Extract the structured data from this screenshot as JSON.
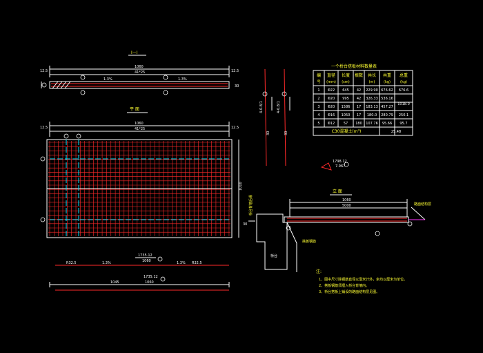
{
  "section_title": "Ⅰ－Ⅰ",
  "plan_title": "平  面",
  "elev_title": "立  面",
  "dims": {
    "top_total": "1060",
    "top_grid": "41*25",
    "top_left": "12.5",
    "top_right": "12.5",
    "plan_total": "1060",
    "plan_grid": "41*25",
    "plan_left": "12.5",
    "plan_right": "12.5",
    "plan_height": "1010",
    "elev_total": "1060",
    "elev_inner": "5000",
    "bar1_left": "R32.5",
    "bar1_mid": "1.3%",
    "bar1_label": "1060",
    "bar1_label2": "1735.12",
    "bar1_right": "R32.5",
    "bar1_mid2": "1.3%",
    "bar2_total": "1045",
    "bar2_label": "1060",
    "bar2_label2": "1735.12",
    "vert_a": "4-0.8/1",
    "vert_b": "4-0.8/1",
    "vert_a2": "30",
    "vert_b2": "30",
    "small_a": "1798.12",
    "small_b": "7.967"
  },
  "markers": [
    "①",
    "②",
    "③",
    "④",
    "⑤"
  ],
  "labels": {
    "abutment": "桥台",
    "rebar_side": "搭板钢筋",
    "road_side": "路面结构层",
    "left_side": "桥台背墙后缘"
  },
  "table": {
    "title": "一个桥台搭板材料数量表",
    "headers": [
      [
        "编",
        "号"
      ],
      [
        "直径",
        "(mm)"
      ],
      [
        "长度",
        "(cm)"
      ],
      [
        "根数",
        ""
      ],
      [
        "共长",
        "(m)"
      ],
      [
        "共重",
        "(kg)"
      ],
      [
        "总重",
        "(kg)"
      ]
    ],
    "rows": [
      [
        "1",
        "Φ22",
        "645",
        "42",
        "229.90",
        "676.62",
        "676.6"
      ],
      [
        "2",
        "Φ20",
        "995",
        "42",
        "326.33",
        "536.16",
        ""
      ],
      [
        "3",
        "Φ20",
        "1586",
        "17",
        "183.13",
        "457.27",
        ""
      ],
      [
        "4",
        "Φ16",
        "1050",
        "17",
        "180.0",
        "280.79",
        "250.1"
      ],
      [
        "5",
        "Φ12",
        "57",
        "180",
        "107.76",
        "95.66",
        "95.7"
      ]
    ],
    "merged_total": "1018.0",
    "footer_label": "C30混凝土(m³)",
    "footer_value": "25.48"
  },
  "notes": {
    "title": "注:",
    "items": [
      "1、图中尺寸除钢筋直径以毫米计外，余均以厘米为单位。",
      "2、搭板钢筋须埋入桥台背墙内。",
      "3、桥台搭板上铺设的路面结构层见图。"
    ]
  }
}
